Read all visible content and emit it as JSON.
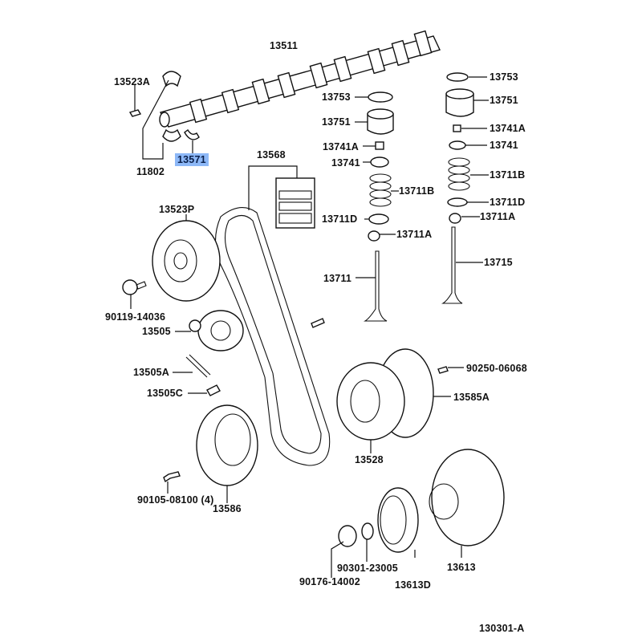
{
  "diagram": {
    "title_code": "130301-A",
    "highlight_color": "#8db8f7",
    "highlighted_part": "13571",
    "labels": {
      "camshaft": "13511",
      "cam_bearing_cap_pin": "13523A",
      "bearing_set": "11802",
      "thrust_washer": "13571",
      "timing_belt": "13568",
      "cam_pulley": "13523P",
      "pulley_bolt": "90119-14036",
      "idler_pulley": "13505",
      "tension_spring": "13505A",
      "spring_bolt": "13505C",
      "crank_pulley_small": "13586",
      "crank_pulley_bolt": "90105-08100 (4)",
      "intake_shim": "13753",
      "intake_lifter": "13751",
      "intake_keeper": "13741A",
      "intake_retainer": "13741",
      "intake_spring": "13711B",
      "intake_seat": "13711D",
      "intake_seal": "13711A",
      "intake_valve": "13711",
      "exhaust_shim": "13753",
      "exhaust_lifter": "13751",
      "exhaust_keeper": "13741A",
      "exhaust_retainer": "13741",
      "exhaust_spring": "13711B",
      "exhaust_seat": "13711D",
      "exhaust_seal": "13711A",
      "exhaust_valve": "13715",
      "pin": "90250-06068",
      "crank_gear_plate": "13585A",
      "crank_timing_pulley": "13528",
      "crank_bolt": "90176-14002",
      "washer": "90301-23005",
      "oil_seal": "13613D",
      "damper_pulley": "13613"
    }
  }
}
